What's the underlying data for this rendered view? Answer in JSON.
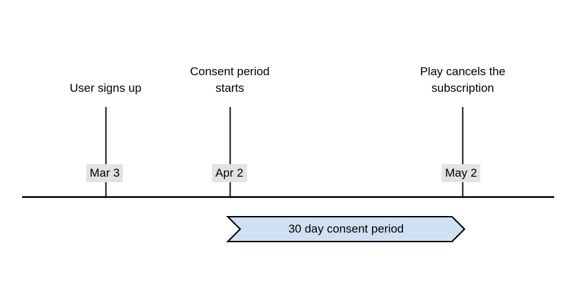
{
  "diagram": {
    "type": "timeline",
    "title": "",
    "axis": {
      "name": "timeline-axis",
      "color": "#000000"
    },
    "events": [
      {
        "id": "user-signs-up",
        "title": "User signs up",
        "date_label": "Mar 3"
      },
      {
        "id": "consent-period-starts",
        "title": "Consent period\nstarts",
        "date_label": "Apr 2"
      },
      {
        "id": "play-cancels-subscription",
        "title": "Play cancels the\nsubscription",
        "date_label": "May 2"
      }
    ],
    "period_banner": {
      "id": "consent-period-banner",
      "label": "30 day consent period",
      "fill_color": "#cfe0f2",
      "stroke_color": "#000000",
      "spans_from": "Apr 2",
      "spans_to": "May 2"
    },
    "colors": {
      "chip_background": "#e3e3e3",
      "line": "#000000",
      "banner_fill": "#cfe0f2",
      "background": "#ffffff"
    }
  }
}
